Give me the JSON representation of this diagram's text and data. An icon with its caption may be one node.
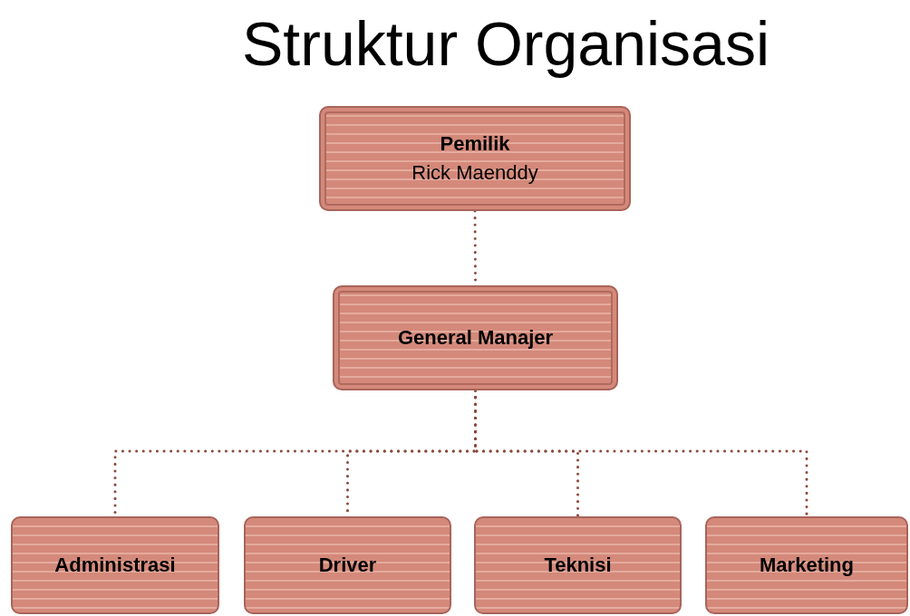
{
  "diagram": {
    "title": "Struktur Organisasi",
    "nodes": [
      {
        "text": [
          "Pemilik",
          "Rick Maenddy"
        ]
      },
      {
        "text": [
          "General Manajer"
        ]
      },
      {
        "text": [
          "Administrasi"
        ]
      },
      {
        "text": [
          "Driver"
        ]
      },
      {
        "text": [
          "Teknisi"
        ]
      },
      {
        "text": [
          "Marketing"
        ]
      }
    ],
    "edges": [
      {
        "from": 0,
        "to": 1,
        "arrow": "none"
      },
      {
        "from": 1,
        "to": 2,
        "arrow": "none"
      },
      {
        "from": 1,
        "to": 3,
        "arrow": "none"
      },
      {
        "from": 1,
        "to": 4,
        "arrow": "none"
      },
      {
        "from": 1,
        "to": 5,
        "arrow": "none"
      }
    ]
  }
}
